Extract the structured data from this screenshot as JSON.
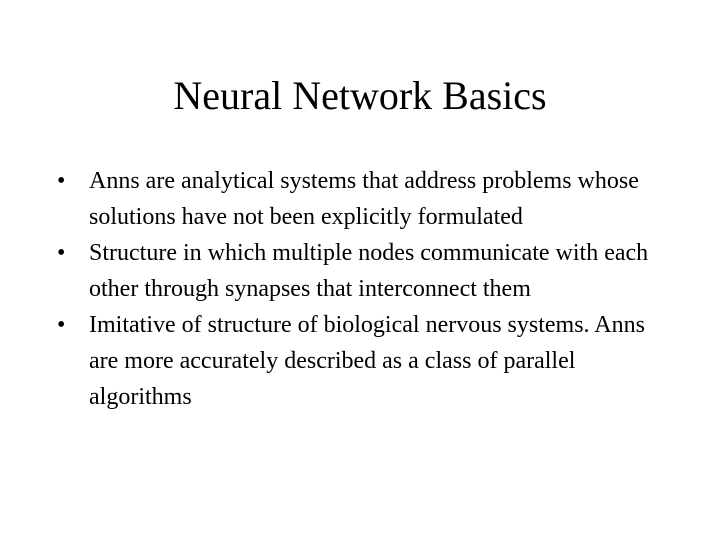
{
  "slide": {
    "title": "Neural Network Basics",
    "bullets": [
      {
        "marker": "•",
        "text": "Anns  are analytical systems that address problems whose solutions have not been explicitly formulated"
      },
      {
        "marker": "•",
        "text": "Structure in which multiple nodes communicate with each other through synapses that interconnect them"
      },
      {
        "marker": "•",
        "text": "Imitative of structure of biological nervous systems. Anns are more accurately described as a class of parallel algorithms"
      }
    ]
  },
  "colors": {
    "background": "#ffffff",
    "text": "#000000"
  }
}
